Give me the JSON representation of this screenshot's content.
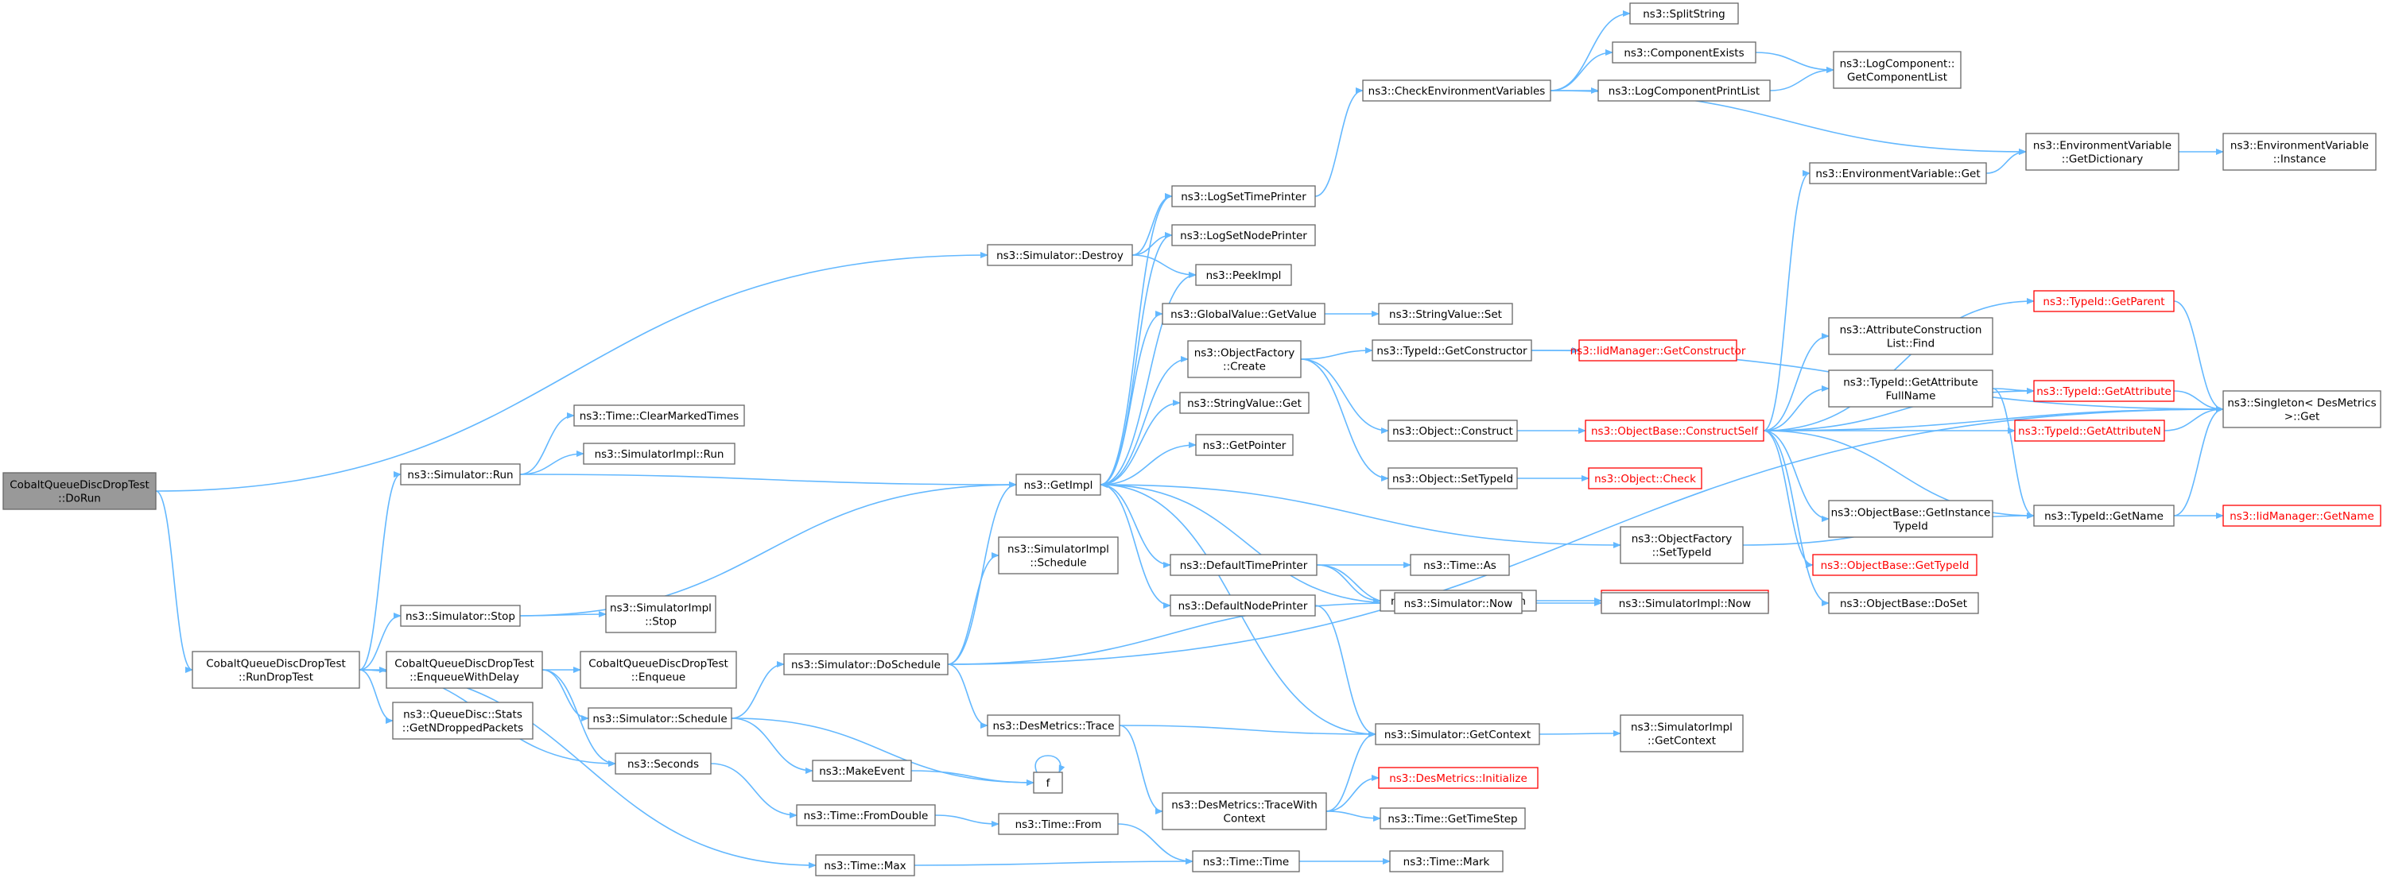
{
  "colors": {
    "edge": "#63b8ff",
    "node_border": "#666666",
    "root_fill": "#999999",
    "truncated": "#ff0000"
  },
  "root": "DoRun",
  "nodes": {
    "DoRun": {
      "lines": [
        "CobaltQueueDiscDropTest",
        "::DoRun"
      ],
      "root": true
    },
    "RunDropTest": {
      "lines": [
        "CobaltQueueDiscDropTest",
        "::RunDropTest"
      ]
    },
    "SimDestroy": {
      "lines": [
        "ns3::Simulator::Destroy"
      ]
    },
    "CheckEnv": {
      "lines": [
        "ns3::CheckEnvironmentVariables"
      ]
    },
    "SplitString": {
      "lines": [
        "ns3::SplitString"
      ]
    },
    "ComponentExists": {
      "lines": [
        "ns3::ComponentExists"
      ]
    },
    "LogCompPrintList": {
      "lines": [
        "ns3::LogComponentPrintList"
      ]
    },
    "LogCompGetList": {
      "lines": [
        "ns3::LogComponent::",
        "GetComponentList"
      ]
    },
    "EnvGetDict": {
      "lines": [
        "ns3::EnvironmentVariable",
        "::GetDictionary"
      ]
    },
    "EnvInstance": {
      "lines": [
        "ns3::EnvironmentVariable",
        "::Instance"
      ]
    },
    "EnvGet": {
      "lines": [
        "ns3::EnvironmentVariable::Get"
      ]
    },
    "LogSetTime": {
      "lines": [
        "ns3::LogSetTimePrinter"
      ]
    },
    "LogSetNode": {
      "lines": [
        "ns3::LogSetNodePrinter"
      ]
    },
    "PeekImpl": {
      "lines": [
        "ns3::PeekImpl"
      ]
    },
    "GVGetValue": {
      "lines": [
        "ns3::GlobalValue::GetValue"
      ]
    },
    "SVSet": {
      "lines": [
        "ns3::StringValue::Set"
      ]
    },
    "OFCreate": {
      "lines": [
        "ns3::ObjectFactory",
        "::Create"
      ]
    },
    "TIGetCtor": {
      "lines": [
        "ns3::TypeId::GetConstructor"
      ]
    },
    "IidGetCtor": {
      "lines": [
        "ns3::IidManager::GetConstructor"
      ],
      "truncated": true
    },
    "ObjConstruct": {
      "lines": [
        "ns3::Object::Construct"
      ]
    },
    "ConstructSelf": {
      "lines": [
        "ns3::ObjectBase::ConstructSelf"
      ],
      "truncated": true
    },
    "ObjSetTypeId": {
      "lines": [
        "ns3::Object::SetTypeId"
      ]
    },
    "ObjCheck": {
      "lines": [
        "ns3::Object::Check"
      ],
      "truncated": true
    },
    "SVGet": {
      "lines": [
        "ns3::StringValue::Get"
      ]
    },
    "GetPointer": {
      "lines": [
        "ns3::GetPointer"
      ]
    },
    "GetImpl": {
      "lines": [
        "ns3::GetImpl"
      ]
    },
    "TimeClear": {
      "lines": [
        "ns3::Time::ClearMarkedTimes"
      ]
    },
    "SimImplRun": {
      "lines": [
        "ns3::SimulatorImpl::Run"
      ]
    },
    "SimRun": {
      "lines": [
        "ns3::Simulator::Run"
      ]
    },
    "SimStop": {
      "lines": [
        "ns3::Simulator::Stop"
      ]
    },
    "SimImplStop": {
      "lines": [
        "ns3::SimulatorImpl",
        "::Stop"
      ]
    },
    "EnqDelay": {
      "lines": [
        "CobaltQueueDiscDropTest",
        "::EnqueueWithDelay"
      ]
    },
    "Enqueue": {
      "lines": [
        "CobaltQueueDiscDropTest",
        "::Enqueue"
      ]
    },
    "QDStats": {
      "lines": [
        "ns3::QueueDisc::Stats",
        "::GetNDroppedPackets"
      ]
    },
    "SimSchedule": {
      "lines": [
        "ns3::Simulator::Schedule"
      ]
    },
    "SimDoSchedule": {
      "lines": [
        "ns3::Simulator::DoSchedule"
      ]
    },
    "SimImplSchedule": {
      "lines": [
        "ns3::SimulatorImpl",
        "::Schedule"
      ]
    },
    "Seconds": {
      "lines": [
        "ns3::Seconds"
      ]
    },
    "MakeEvent": {
      "lines": [
        "ns3::MakeEvent"
      ]
    },
    "f": {
      "lines": [
        "f"
      ]
    },
    "DesTrace": {
      "lines": [
        "ns3::DesMetrics::Trace"
      ]
    },
    "TraceWithCtx": {
      "lines": [
        "ns3::DesMetrics::TraceWith",
        "Context"
      ]
    },
    "DesInit": {
      "lines": [
        "ns3::DesMetrics::Initialize"
      ],
      "truncated": true
    },
    "TimeFromDouble": {
      "lines": [
        "ns3::Time::FromDouble"
      ]
    },
    "TimeFrom": {
      "lines": [
        "ns3::Time::From"
      ]
    },
    "TimeMax": {
      "lines": [
        "ns3::Time::Max"
      ]
    },
    "TimeTime": {
      "lines": [
        "ns3::Time::Time"
      ]
    },
    "TimeMark": {
      "lines": [
        "ns3::Time::Mark"
      ]
    },
    "TimeGetStep": {
      "lines": [
        "ns3::Time::GetTimeStep"
      ]
    },
    "DefTimePrinter": {
      "lines": [
        "ns3::DefaultTimePrinter"
      ]
    },
    "TimeAs": {
      "lines": [
        "ns3::Time::As"
      ]
    },
    "TimeGetRes": {
      "lines": [
        "ns3::Time::GetResolution"
      ]
    },
    "TimePeekRes": {
      "lines": [
        "ns3::Time::PeekResolution"
      ],
      "truncated": true
    },
    "DefNodePrinter": {
      "lines": [
        "ns3::DefaultNodePrinter"
      ]
    },
    "SimNow": {
      "lines": [
        "ns3::Simulator::Now"
      ]
    },
    "SimImplNow": {
      "lines": [
        "ns3::SimulatorImpl::Now"
      ]
    },
    "SimGetCtx": {
      "lines": [
        "ns3::Simulator::GetContext"
      ]
    },
    "SimImplGetCtx": {
      "lines": [
        "ns3::SimulatorImpl",
        "::GetContext"
      ]
    },
    "OFSetTypeId": {
      "lines": [
        "ns3::ObjectFactory",
        "::SetTypeId"
      ]
    },
    "AttrFind": {
      "lines": [
        "ns3::AttributeConstruction",
        "List::Find"
      ]
    },
    "TIGetAttrFull": {
      "lines": [
        "ns3::TypeId::GetAttribute",
        "FullName"
      ]
    },
    "TIGetParent": {
      "lines": [
        "ns3::TypeId::GetParent"
      ],
      "truncated": true
    },
    "TIGetAttr": {
      "lines": [
        "ns3::TypeId::GetAttribute"
      ],
      "truncated": true
    },
    "TIGetAttrN": {
      "lines": [
        "ns3::TypeId::GetAttributeN"
      ],
      "truncated": true
    },
    "TIGetName": {
      "lines": [
        "ns3::TypeId::GetName"
      ]
    },
    "IidGetName": {
      "lines": [
        "ns3::IidManager::GetName"
      ],
      "truncated": true
    },
    "SingletonGet": {
      "lines": [
        "ns3::Singleton< DesMetrics",
        " >::Get"
      ]
    },
    "OBGetInstTid": {
      "lines": [
        "ns3::ObjectBase::GetInstance",
        "TypeId"
      ]
    },
    "OBGetTypeId": {
      "lines": [
        "ns3::ObjectBase::GetTypeId"
      ],
      "truncated": true
    },
    "OBDoSet": {
      "lines": [
        "ns3::ObjectBase::DoSet"
      ]
    }
  },
  "edges": [
    [
      "DoRun",
      "SimDestroy"
    ],
    [
      "DoRun",
      "RunDropTest"
    ],
    [
      "RunDropTest",
      "SimRun"
    ],
    [
      "RunDropTest",
      "SimStop"
    ],
    [
      "RunDropTest",
      "EnqDelay"
    ],
    [
      "RunDropTest",
      "QDStats"
    ],
    [
      "RunDropTest",
      "Seconds"
    ],
    [
      "RunDropTest",
      "TimeMax"
    ],
    [
      "SimDestroy",
      "LogSetTime"
    ],
    [
      "SimDestroy",
      "LogSetNode"
    ],
    [
      "SimDestroy",
      "PeekImpl"
    ],
    [
      "LogSetTime",
      "CheckEnv"
    ],
    [
      "CheckEnv",
      "SplitString"
    ],
    [
      "CheckEnv",
      "ComponentExists"
    ],
    [
      "CheckEnv",
      "LogCompPrintList"
    ],
    [
      "CheckEnv",
      "EnvGetDict"
    ],
    [
      "ComponentExists",
      "LogCompGetList"
    ],
    [
      "LogCompPrintList",
      "LogCompGetList"
    ],
    [
      "EnvGetDict",
      "EnvInstance"
    ],
    [
      "EnvGet",
      "EnvGetDict"
    ],
    [
      "SimRun",
      "TimeClear"
    ],
    [
      "SimRun",
      "SimImplRun"
    ],
    [
      "SimRun",
      "GetImpl"
    ],
    [
      "SimStop",
      "SimImplStop"
    ],
    [
      "SimStop",
      "GetImpl"
    ],
    [
      "EnqDelay",
      "Enqueue"
    ],
    [
      "EnqDelay",
      "SimSchedule"
    ],
    [
      "EnqDelay",
      "Seconds"
    ],
    [
      "SimSchedule",
      "SimDoSchedule"
    ],
    [
      "SimSchedule",
      "MakeEvent"
    ],
    [
      "SimSchedule",
      "f"
    ],
    [
      "SimDoSchedule",
      "GetImpl"
    ],
    [
      "SimDoSchedule",
      "SimImplSchedule"
    ],
    [
      "SimDoSchedule",
      "DesTrace"
    ],
    [
      "SimDoSchedule",
      "SimNow"
    ],
    [
      "SimDoSchedule",
      "SingletonGet"
    ],
    [
      "MakeEvent",
      "f"
    ],
    [
      "f",
      "f"
    ],
    [
      "Seconds",
      "TimeFromDouble"
    ],
    [
      "TimeFromDouble",
      "TimeFrom"
    ],
    [
      "TimeFrom",
      "TimeTime"
    ],
    [
      "TimeMax",
      "TimeTime"
    ],
    [
      "TimeTime",
      "TimeMark"
    ],
    [
      "DesTrace",
      "SimGetCtx"
    ],
    [
      "DesTrace",
      "TraceWithCtx"
    ],
    [
      "TraceWithCtx",
      "DesInit"
    ],
    [
      "TraceWithCtx",
      "TimeGetStep"
    ],
    [
      "TraceWithCtx",
      "SimGetCtx"
    ],
    [
      "GetImpl",
      "LogSetTime"
    ],
    [
      "GetImpl",
      "LogSetNode"
    ],
    [
      "GetImpl",
      "PeekImpl"
    ],
    [
      "GetImpl",
      "GVGetValue"
    ],
    [
      "GetImpl",
      "OFCreate"
    ],
    [
      "GetImpl",
      "SVGet"
    ],
    [
      "GetImpl",
      "GetPointer"
    ],
    [
      "GetImpl",
      "DefTimePrinter"
    ],
    [
      "GetImpl",
      "DefNodePrinter"
    ],
    [
      "GetImpl",
      "OFSetTypeId"
    ],
    [
      "GVGetValue",
      "SVSet"
    ],
    [
      "OFCreate",
      "TIGetCtor"
    ],
    [
      "OFCreate",
      "ObjConstruct"
    ],
    [
      "OFCreate",
      "ObjSetTypeId"
    ],
    [
      "TIGetCtor",
      "IidGetCtor"
    ],
    [
      "TIGetCtor",
      "SingletonGet"
    ],
    [
      "ObjConstruct",
      "ConstructSelf"
    ],
    [
      "ObjSetTypeId",
      "ObjCheck"
    ],
    [
      "DefTimePrinter",
      "TimeAs"
    ],
    [
      "DefTimePrinter",
      "TimeGetRes"
    ],
    [
      "DefTimePrinter",
      "SimNow"
    ],
    [
      "TimeGetRes",
      "TimePeekRes"
    ],
    [
      "DefNodePrinter",
      "SimGetCtx"
    ],
    [
      "SimNow",
      "GetImpl"
    ],
    [
      "SimNow",
      "SimImplNow"
    ],
    [
      "SimGetCtx",
      "GetImpl"
    ],
    [
      "SimGetCtx",
      "SimImplGetCtx"
    ],
    [
      "OFSetTypeId",
      "TIGetName"
    ],
    [
      "ConstructSelf",
      "EnvGet"
    ],
    [
      "ConstructSelf",
      "TIGetParent"
    ],
    [
      "ConstructSelf",
      "AttrFind"
    ],
    [
      "ConstructSelf",
      "TIGetAttrFull"
    ],
    [
      "ConstructSelf",
      "TIGetAttr"
    ],
    [
      "ConstructSelf",
      "TIGetAttrN"
    ],
    [
      "ConstructSelf",
      "TIGetName"
    ],
    [
      "ConstructSelf",
      "OBGetInstTid"
    ],
    [
      "ConstructSelf",
      "OBGetTypeId"
    ],
    [
      "ConstructSelf",
      "OBDoSet"
    ],
    [
      "ConstructSelf",
      "SingletonGet"
    ],
    [
      "TIGetAttrFull",
      "TIGetAttr"
    ],
    [
      "TIGetAttrFull",
      "TIGetName"
    ],
    [
      "TIGetParent",
      "SingletonGet"
    ],
    [
      "TIGetAttr",
      "SingletonGet"
    ],
    [
      "TIGetAttrN",
      "SingletonGet"
    ],
    [
      "TIGetName",
      "IidGetName"
    ],
    [
      "TIGetName",
      "SingletonGet"
    ]
  ]
}
